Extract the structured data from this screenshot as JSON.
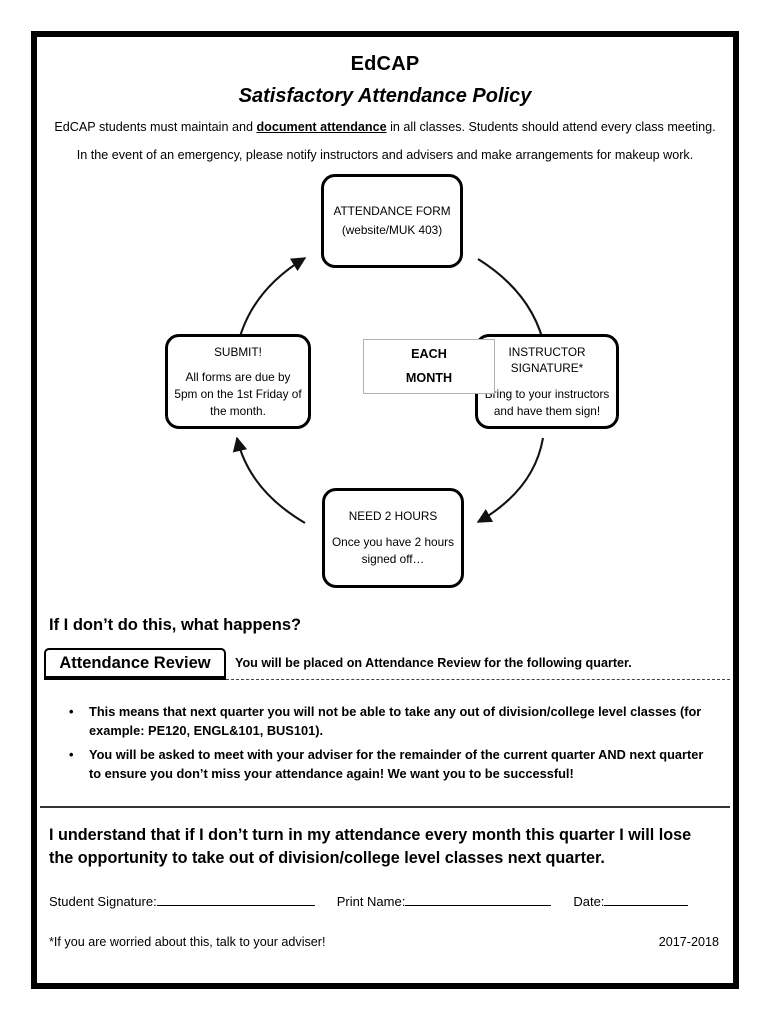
{
  "document": {
    "title_main": "EdCAP",
    "title_sub": "Satisfactory Attendance Policy",
    "intro_line_1_before": "EdCAP students must maintain and ",
    "intro_line_1_emphasis": "document attendance",
    "intro_line_1_after": " in all classes. Students should attend every class meeting.",
    "intro_line_2": "In the event of an emergency, please notify instructors and advisers and make arrangements for makeup work."
  },
  "diagram": {
    "center": {
      "line1": "EACH",
      "line2": "MONTH"
    },
    "nodes": {
      "attendance_form": {
        "head": "ATTENDANCE FORM",
        "body": "(website/MUK 403)"
      },
      "instructor_signature": {
        "head": "INSTRUCTOR\nSIGNATURE*",
        "body": "Bring to your instructors\nand have them sign!"
      },
      "need_hours": {
        "head": "NEED 2 HOURS",
        "body": "Once you have 2 hours\nsigned off…"
      },
      "submit": {
        "head": "SUBMIT!",
        "body": "All forms are due by\n5pm on the 1st Friday of\nthe month."
      }
    }
  },
  "consequences_section": {
    "heading": "If I don’t do this, what happens?",
    "badge_label": "Attendance Review",
    "badge_description": "You will be placed on Attendance Review for the following quarter.",
    "bullets": [
      "This means that next quarter you will not be able to take any out of division/college level classes (for example: PE120, ENGL&101, BUS101).",
      "You will be asked to meet with your adviser for the remainder of the current quarter AND next quarter to ensure you don’t miss your attendance again! We want you to be successful!"
    ]
  },
  "acknowledgement": {
    "statement": "I understand that if I don’t turn in my attendance every month this quarter I will lose the opportunity to take out of division/college level classes next quarter.",
    "student_signature_label": "Student Signature:",
    "print_name_label": "Print Name:",
    "date_label": "Date:"
  },
  "footer": {
    "note": "*If you are worried about this, talk to your adviser!",
    "year": "2017-2018"
  }
}
